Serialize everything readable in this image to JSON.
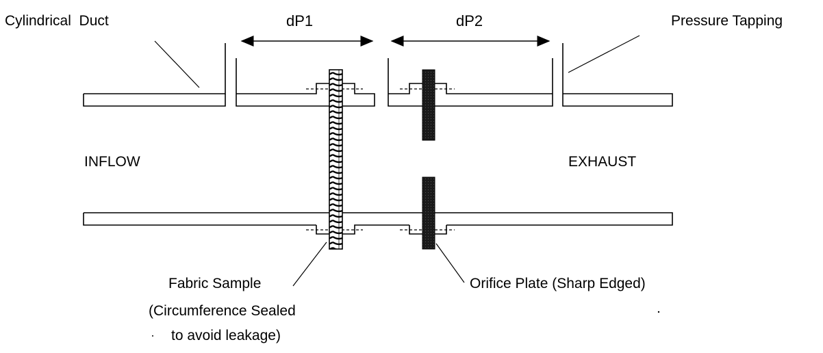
{
  "labels": {
    "cylindrical_duct": "Cylindrical  Duct",
    "pressure_tapping": "Pressure Tapping",
    "dp1": "dP1",
    "dp2": "dP2",
    "inflow": "INFLOW",
    "exhaust": "EXHAUST",
    "fabric_sample": "Fabric Sample",
    "fabric_note_line1": "(Circumference Sealed",
    "fabric_note_line2": "to avoid leakage)",
    "orifice_plate": "Orifice Plate (Sharp Edged)"
  },
  "colors": {
    "ink": "#000000",
    "orifice_fill": "#1a1a1a",
    "background": "#ffffff"
  }
}
